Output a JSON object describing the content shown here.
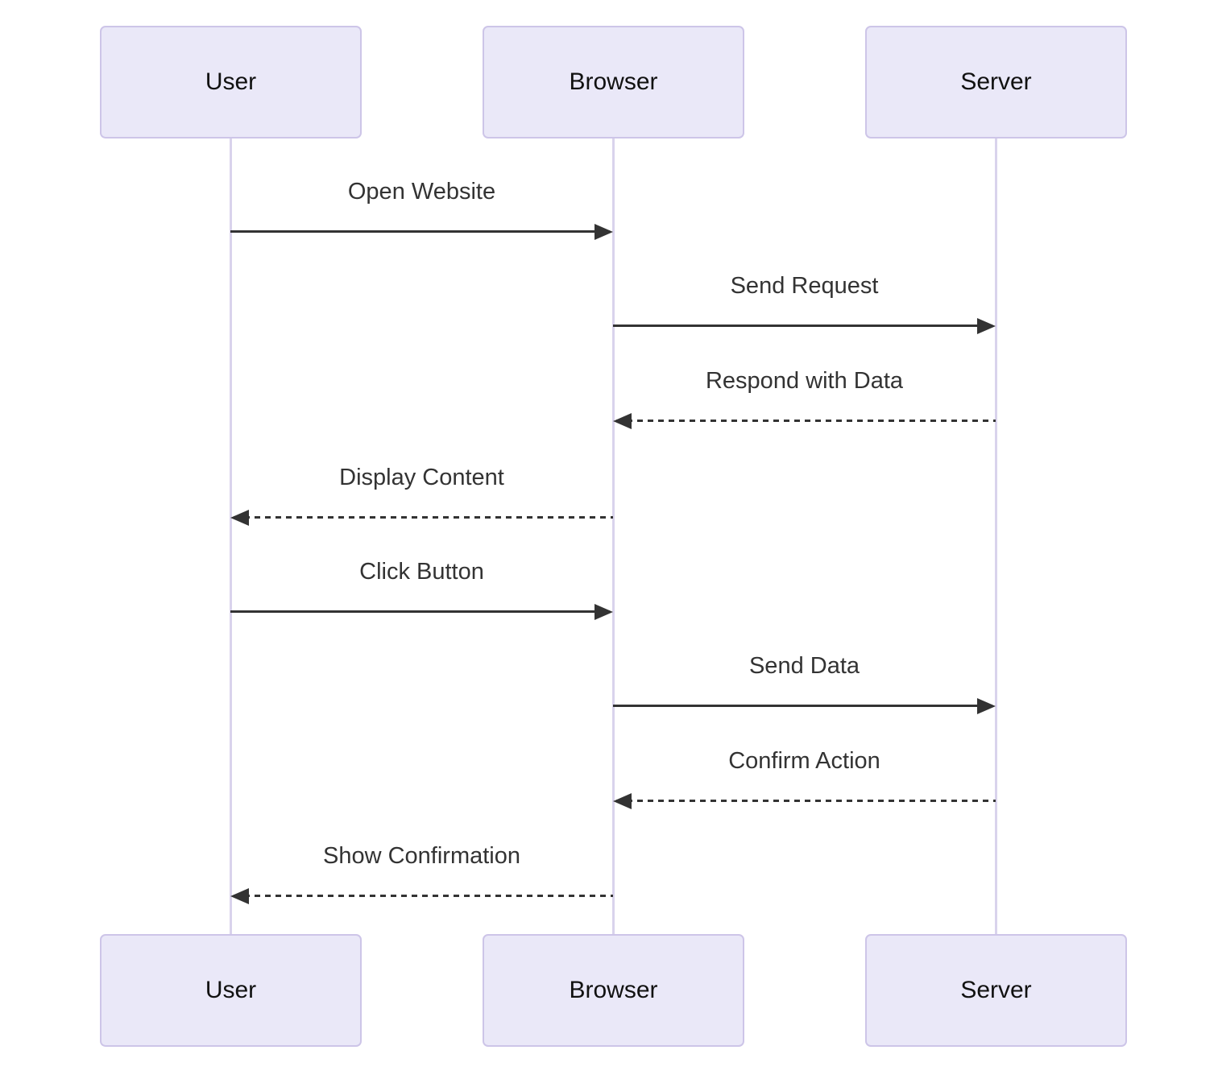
{
  "diagram": {
    "type": "sequence-diagram",
    "actors": [
      {
        "id": "user",
        "label": "User"
      },
      {
        "id": "browser",
        "label": "Browser"
      },
      {
        "id": "server",
        "label": "Server"
      }
    ],
    "messages": [
      {
        "from": "User",
        "to": "Browser",
        "label": "Open Website",
        "line": "solid"
      },
      {
        "from": "Browser",
        "to": "Server",
        "label": "Send Request",
        "line": "solid"
      },
      {
        "from": "Server",
        "to": "Browser",
        "label": "Respond with Data",
        "line": "dashed"
      },
      {
        "from": "Browser",
        "to": "User",
        "label": "Display Content",
        "line": "dashed"
      },
      {
        "from": "User",
        "to": "Browser",
        "label": "Click Button",
        "line": "solid"
      },
      {
        "from": "Browser",
        "to": "Server",
        "label": "Send Data",
        "line": "solid"
      },
      {
        "from": "Server",
        "to": "Browser",
        "label": "Confirm Action",
        "line": "dashed"
      },
      {
        "from": "Browser",
        "to": "User",
        "label": "Show Confirmation",
        "line": "dashed"
      }
    ],
    "colors": {
      "background": "#FFFFFF",
      "actor_fill": "#EAE8F8",
      "actor_border": "#CDC5E8",
      "lifeline": "#D9D3EC",
      "arrow": "#333333",
      "label_text": "#333333",
      "actor_text": "#111111"
    }
  }
}
